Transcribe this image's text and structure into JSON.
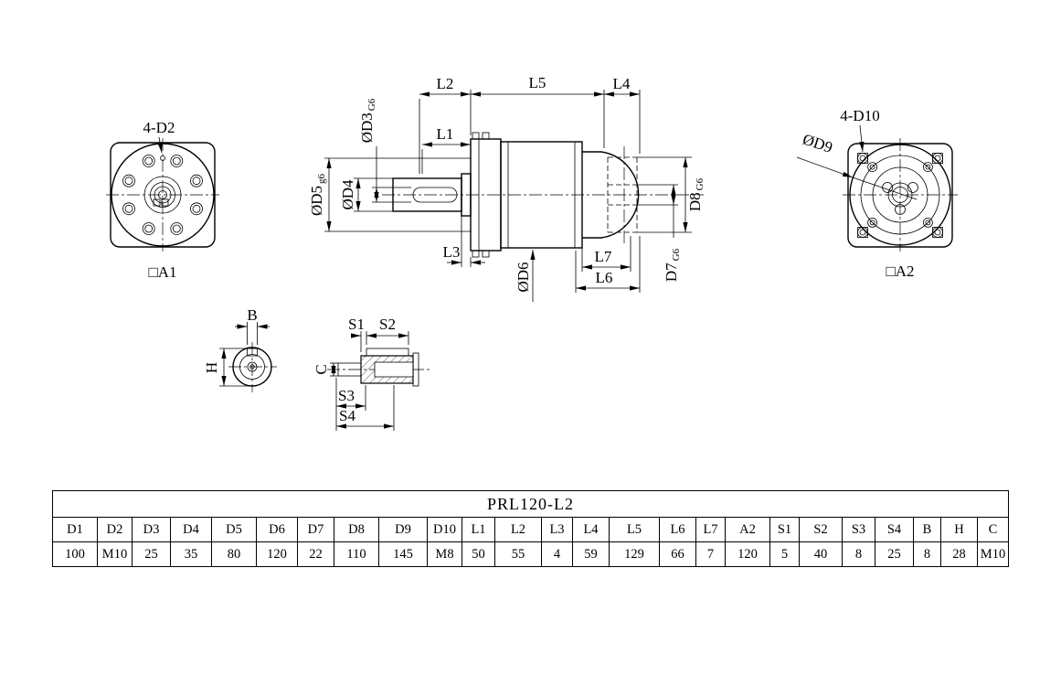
{
  "labels": {
    "front_hole_callout": "4-D2",
    "front_flange": "□A1",
    "rear_hole_callout": "4-D10",
    "rear_flange": "□A2",
    "d9": "ØD9",
    "l1": "L1",
    "l2": "L2",
    "l3": "L3",
    "l4": "L4",
    "l5": "L5",
    "l6": "L6",
    "l7": "L7",
    "d3": "ØD3",
    "d3_tol": "G6",
    "d4": "ØD4",
    "d5": "ØD5",
    "d5_tol": "g6",
    "d6": "ØD6",
    "d7": "D7",
    "d7_tol": "G6",
    "d8": "D8",
    "d8_tol": "G6",
    "b": "B",
    "h": "H",
    "c": "C",
    "s1": "S1",
    "s2": "S2",
    "s3": "S3",
    "s4": "S4"
  },
  "table": {
    "title": "PRL120-L2",
    "headers": [
      "D1",
      "D2",
      "D3",
      "D4",
      "D5",
      "D6",
      "D7",
      "D8",
      "D9",
      "D10",
      "L1",
      "L2",
      "L3",
      "L4",
      "L5",
      "L6",
      "L7",
      "A2",
      "S1",
      "S2",
      "S3",
      "S4",
      "B",
      "H",
      "C"
    ],
    "values": [
      "100",
      "M10",
      "25",
      "35",
      "80",
      "120",
      "22",
      "110",
      "145",
      "M8",
      "50",
      "55",
      "4",
      "59",
      "129",
      "66",
      "7",
      "120",
      "5",
      "40",
      "8",
      "25",
      "8",
      "28",
      "M10"
    ]
  }
}
